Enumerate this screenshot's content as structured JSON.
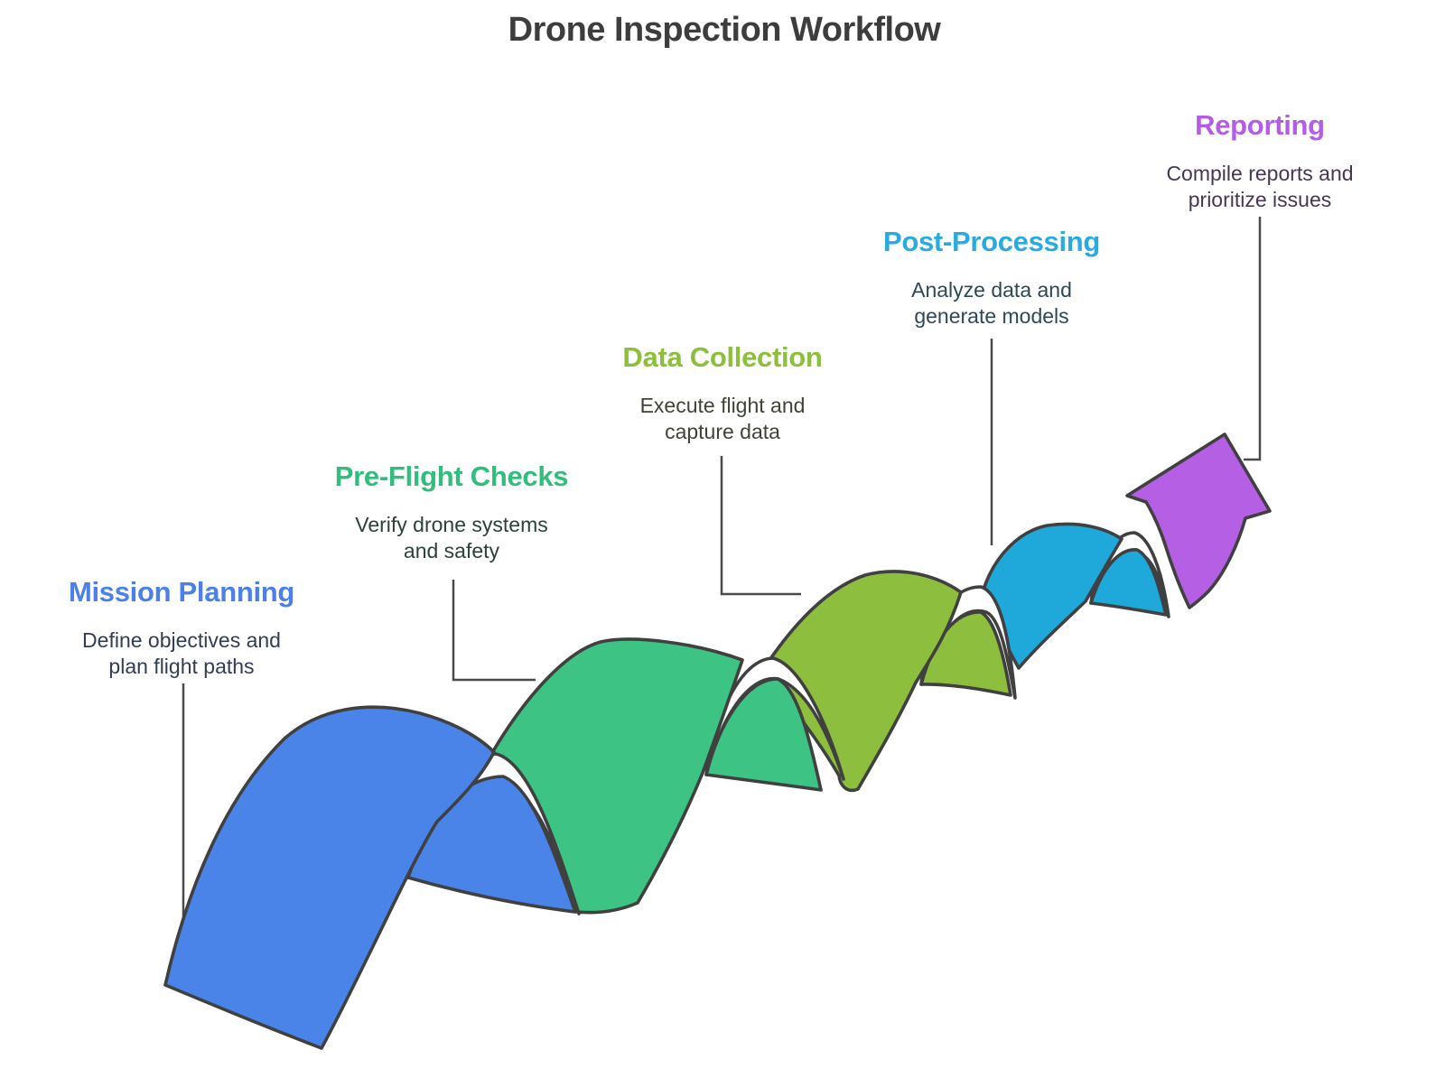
{
  "title": "Drone Inspection Workflow",
  "colors": {
    "title": "#3d3d3d",
    "outline": "#404040",
    "connector": "#4a4a4a",
    "background": "#ffffff",
    "fold_gap": "#ffffff"
  },
  "stages": [
    {
      "name": "Mission Planning",
      "heading_color": "#4a80e8",
      "ribbon_color": "#4a84e8",
      "desc_color": "#313d53",
      "desc_lines": [
        "Define objectives and",
        "plan flight paths"
      ]
    },
    {
      "name": "Pre-Flight Checks",
      "heading_color": "#31bd7c",
      "ribbon_color": "#3dc383",
      "desc_color": "#2c413c",
      "desc_lines": [
        "Verify drone systems",
        "and safety"
      ]
    },
    {
      "name": "Data Collection",
      "heading_color": "#8cbf3b",
      "ribbon_color": "#8ebe3d",
      "desc_color": "#3e4433",
      "desc_lines": [
        "Execute flight and",
        "capture data"
      ]
    },
    {
      "name": "Post-Processing",
      "heading_color": "#29aae0",
      "ribbon_color": "#1fa8da",
      "desc_color": "#2e4854",
      "desc_lines": [
        "Analyze data and",
        "generate models"
      ]
    },
    {
      "name": "Reporting",
      "heading_color": "#b45ce4",
      "ribbon_color": "#b55fe4",
      "desc_color": "#463750",
      "desc_lines": [
        "Compile reports and",
        "prioritize issues"
      ]
    }
  ]
}
